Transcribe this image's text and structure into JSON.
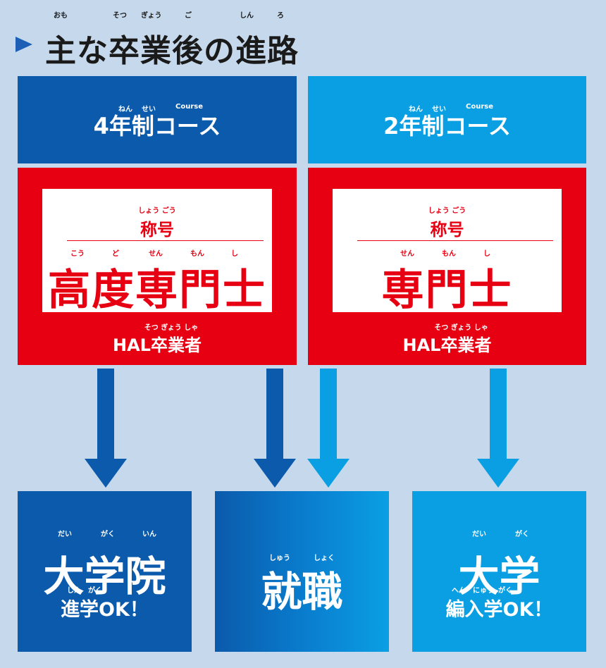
{
  "title": {
    "text": "主な卒業後の進路",
    "ruby": {
      "omo": "おも",
      "sotsu": "そつ",
      "gyou": "ぎょう",
      "go": "ご",
      "shin": "しん",
      "ro": "ろ"
    }
  },
  "courses": {
    "four": {
      "label": "4年制コース",
      "ruby_nen": "ねん",
      "ruby_sei": "せい",
      "ruby_course": "Course",
      "title_label": "称号",
      "title_ruby": "しょう ごう",
      "degree": "高度専門士",
      "degree_ruby": [
        "こう",
        "ど",
        "せん",
        "もん",
        "し"
      ],
      "graduate": "HAL卒業者",
      "graduate_ruby": "そつ ぎょう しゃ"
    },
    "two": {
      "label": "2年制コース",
      "ruby_nen": "ねん",
      "ruby_sei": "せい",
      "ruby_course": "Course",
      "title_label": "称号",
      "title_ruby": "しょう ごう",
      "degree": "専門士",
      "degree_ruby": [
        "せん",
        "もん",
        "し"
      ],
      "graduate": "HAL卒業者",
      "graduate_ruby": "そつ ぎょう しゃ"
    }
  },
  "destinations": {
    "graduate_school": {
      "main": "大学院",
      "main_ruby": [
        "だい",
        "がく",
        "いん"
      ],
      "sub": "進学OK！",
      "sub_ruby": [
        "しん",
        "がく"
      ]
    },
    "employment": {
      "main": "就職",
      "main_ruby": [
        "しゅう",
        "しょく"
      ]
    },
    "university": {
      "main": "大学",
      "main_ruby": [
        "だい",
        "がく"
      ],
      "sub": "編入学OK！",
      "sub_ruby": [
        "へん",
        "にゅう",
        "がく"
      ]
    }
  },
  "colors": {
    "background": "#c6d9ec",
    "dark_blue": "#0b5aab",
    "light_blue": "#0a9fe3",
    "red": "#e60012",
    "white": "#ffffff"
  }
}
